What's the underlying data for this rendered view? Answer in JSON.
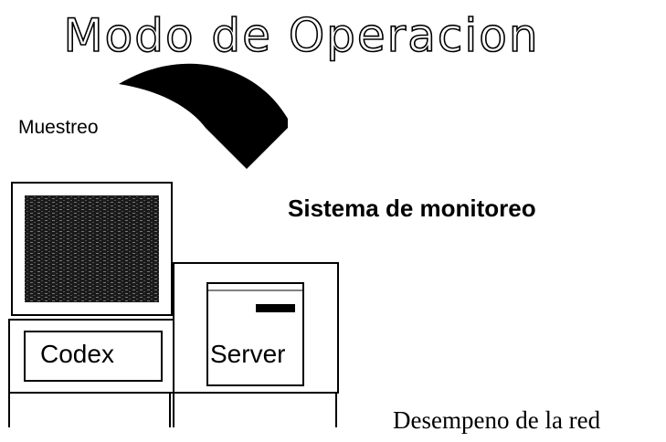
{
  "title": "Modo de Operacion",
  "labels": {
    "muestreo": "Muestreo",
    "sistema": "Sistema de monitoreo",
    "desempeno": "Desempeno de la red"
  },
  "boxes": {
    "codex": "Codex",
    "server": "Server"
  }
}
